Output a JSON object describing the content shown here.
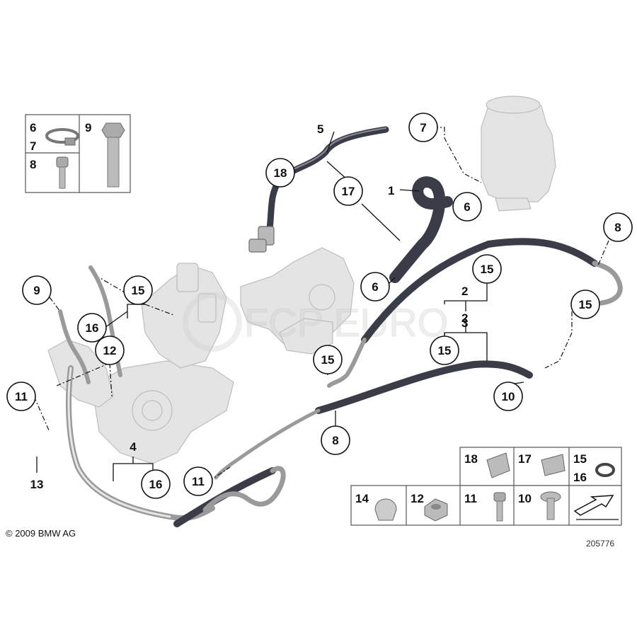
{
  "callouts": {
    "c1": "1",
    "c2": "2",
    "c3": "3",
    "c4": "4",
    "c5": "5",
    "c6a": "6",
    "c6b": "6",
    "c7": "7",
    "c8a": "8",
    "c8b": "8",
    "c9": "9",
    "c10": "10",
    "c11a": "11",
    "c11b": "11",
    "c12": "12",
    "c13": "13",
    "c15a": "15",
    "c15b": "15",
    "c15c": "15",
    "c15d": "15",
    "c15e": "15",
    "c16a": "16",
    "c16b": "16",
    "c17": "17",
    "c18": "18"
  },
  "inset_topleft": {
    "n6": "6",
    "n7": "7",
    "n8": "8",
    "n9": "9"
  },
  "inset_bottom": {
    "n18": "18",
    "n17": "17",
    "n15": "15",
    "n16": "16",
    "n14": "14",
    "n12": "12",
    "n11": "11",
    "n10": "10"
  },
  "footer": {
    "copyright": "© 2009 BMW AG",
    "diagram_number": "205776"
  },
  "watermark": "FCP EURO",
  "colors": {
    "hose": "#3a3d48",
    "pipe": "#9a9a9a",
    "ghost": "#e4e4e4",
    "line": "#111111"
  }
}
